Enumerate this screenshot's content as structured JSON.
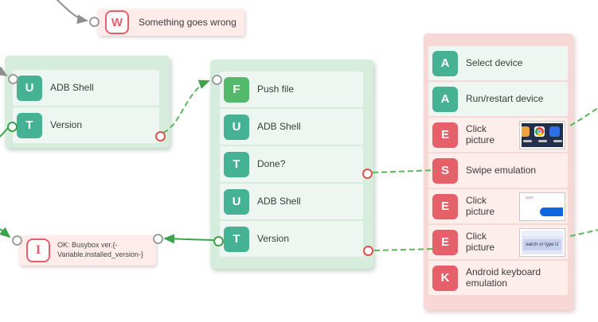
{
  "nodes": {
    "warning": {
      "icon_letter": "W",
      "label": "Something goes wrong"
    },
    "info": {
      "icon_letter": "I",
      "label_line1": "OK: Busybox ver.{-",
      "label_line2": "Variable.installed_version-}"
    }
  },
  "groups": {
    "left": {
      "rows": [
        {
          "icon": "U",
          "label": "ADB Shell",
          "type": "teal"
        },
        {
          "icon": "T",
          "label": "Version",
          "type": "teal"
        }
      ]
    },
    "middle": {
      "rows": [
        {
          "icon": "F",
          "label": "Push file",
          "type": "green"
        },
        {
          "icon": "U",
          "label": "ADB Shell",
          "type": "teal"
        },
        {
          "icon": "T",
          "label": "Done?",
          "type": "teal"
        },
        {
          "icon": "U",
          "label": "ADB Shell",
          "type": "teal"
        },
        {
          "icon": "T",
          "label": "Version",
          "type": "teal"
        }
      ]
    },
    "right": {
      "rows": [
        {
          "icon": "A",
          "label": "Select device",
          "type": "teal"
        },
        {
          "icon": "A",
          "label": "Run/restart device",
          "type": "teal"
        },
        {
          "icon": "E",
          "label": "Click picture",
          "type": "red",
          "thumbnail": "app-icons"
        },
        {
          "icon": "S",
          "label": "Swipe emulation",
          "type": "red"
        },
        {
          "icon": "E",
          "label": "Click picture",
          "type": "red",
          "thumbnail": "blue-button",
          "thumbnail_text": "type"
        },
        {
          "icon": "E",
          "label": "Click picture",
          "type": "red",
          "thumbnail": "search-bar",
          "thumbnail_text": "earch or type U"
        },
        {
          "icon": "K",
          "label": "Android keyboard emulation",
          "type": "red"
        }
      ]
    }
  },
  "colors": {
    "teal": "#45b294",
    "green": "#54b96a",
    "red": "#e6606a",
    "outline_red": "#e85d6d",
    "mint_row": "#edf6f0",
    "pink_row": "#fdedeb",
    "green_group": "#d6ecdd",
    "pink_group": "#f8d8d6",
    "pink_node": "#fdecea",
    "conn_green": "#3da34b",
    "conn_green_dash": "#5cb85c",
    "conn_gray": "#8f8f8f",
    "port_red": "#e05252",
    "port_green": "#3da34b",
    "port_gray": "#9e9e9e",
    "text": "#3c3c3c"
  }
}
